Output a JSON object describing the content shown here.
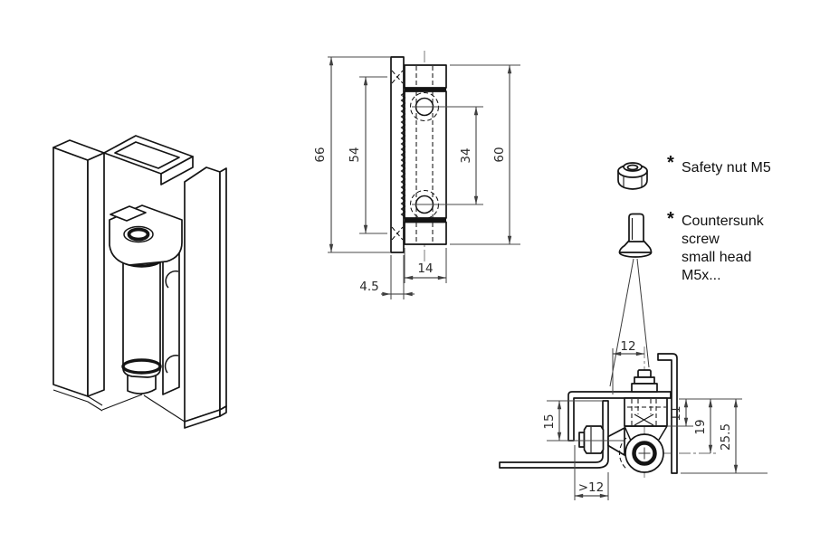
{
  "drawing": {
    "kind": "hinge technical drawing",
    "views": {
      "isometric": "hinge mounted in sheet-metal profile",
      "front": "front view of hinge leaf",
      "section": "mounting cross-section"
    }
  },
  "front_view": {
    "dimensions": {
      "plate_height": "66",
      "plate_hole_spacing": "54",
      "body_hole_spacing": "34",
      "body_height": "60",
      "body_width": "14",
      "plate_thickness": "4.5"
    }
  },
  "parts_callouts": {
    "nut": {
      "marker": "*",
      "label": "Safety nut M5"
    },
    "screw": {
      "marker": "*",
      "line1": "Countersunk",
      "line2": "screw",
      "line3": "small head",
      "line4": "M5x..."
    }
  },
  "section_view": {
    "dimensions": {
      "screw_axis_offset": "12",
      "flange_overlap": "15",
      "thread_reach": "11",
      "pin_axis_depth": "19",
      "overall_depth": "25.5",
      "min_clearance": ">12"
    }
  },
  "colors": {
    "background": "#ffffff",
    "part_line": "#141414",
    "dimension_line": "#4a4a4a",
    "text": "#2b2b2b"
  }
}
